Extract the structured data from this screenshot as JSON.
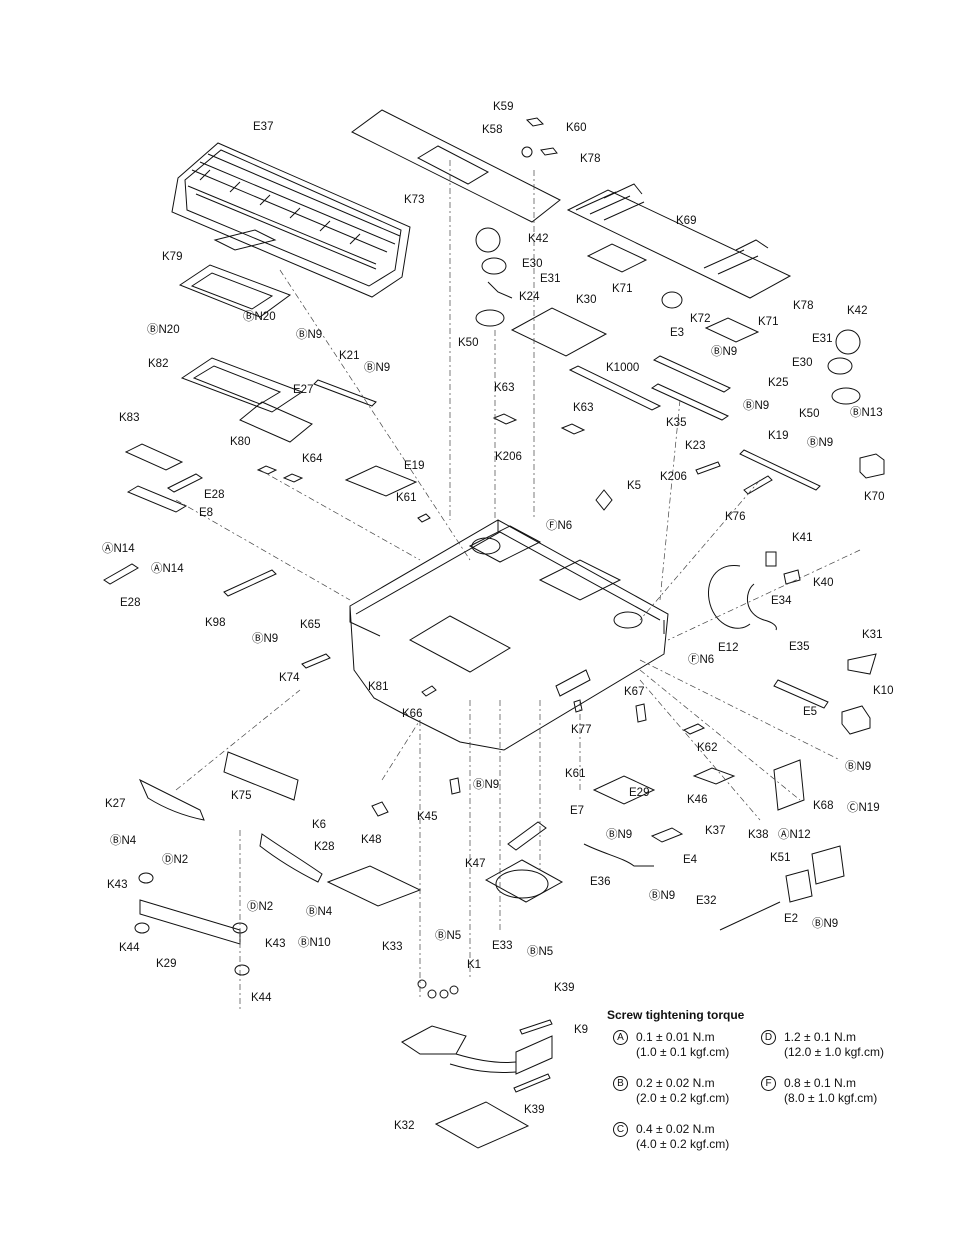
{
  "labels": {
    "K59": "K59",
    "K58": "K58",
    "K60": "K60",
    "E37": "E37",
    "K78a": "K78",
    "K73": "K73",
    "K69": "K69",
    "K42a": "K42",
    "E30a": "E30",
    "E31a": "E31",
    "K24": "K24",
    "K79": "K79",
    "K71a": "K71",
    "K78b": "K78",
    "K42b": "K42",
    "K30": "K30",
    "K72": "K72",
    "K71b": "K71",
    "BN20a": "ⒷN20",
    "BN20b": "ⒷN20",
    "BN9a": "ⒷN9",
    "K50a": "K50",
    "E3": "E3",
    "BN9b": "ⒷN9",
    "E31b": "E31",
    "E30b": "E30",
    "K82": "K82",
    "K21": "K21",
    "BN9c": "ⒷN9",
    "K1000": "K1000",
    "K25": "K25",
    "K50b": "K50",
    "BN13": "ⒷN13",
    "E27": "E27",
    "K63a": "K63",
    "K63b": "K63",
    "K35": "K35",
    "BN9d": "ⒷN9",
    "K83": "K83",
    "K80": "K80",
    "K23": "K23",
    "K19": "K19",
    "BN9e": "ⒷN9",
    "K206a": "K206",
    "K64": "K64",
    "E19": "E19",
    "K70": "K70",
    "E28a": "E28",
    "K61a": "K61",
    "K5": "K5",
    "K206b": "K206",
    "E8": "E8",
    "FN6a": "ⒻN6",
    "K76": "K76",
    "AN14a": "ⒶN14",
    "AN14b": "ⒶN14",
    "K41": "K41",
    "K40": "K40",
    "E28b": "E28",
    "E34": "E34",
    "K98": "K98",
    "BN9f": "ⒷN9",
    "K65": "K65",
    "FN6b": "ⒻN6",
    "E12": "E12",
    "K31": "K31",
    "E35": "E35",
    "K74": "K74",
    "K81": "K81",
    "K10": "K10",
    "K66": "K66",
    "K67": "K67",
    "E5": "E5",
    "K77": "K77",
    "K62": "K62",
    "BN9g": "ⒷN9",
    "K75": "K75",
    "K61b": "K61",
    "BN9h": "ⒷN9",
    "K46": "K46",
    "E29": "E29",
    "K27": "K27",
    "K45": "K45",
    "E7": "E7",
    "K68": "K68",
    "CN19": "ⒸN19",
    "K48": "K48",
    "BN9i": "ⒷN9",
    "BN4a": "ⒷN4",
    "K6": "K6",
    "DN2a": "ⒹN2",
    "K28": "K28",
    "K37": "K37",
    "K38": "K38",
    "AN12": "ⒶN12",
    "E4": "E4",
    "K47": "K47",
    "K51": "K51",
    "E36": "E36",
    "K43a": "K43",
    "DN2b": "ⒹN2",
    "BN4b": "ⒷN4",
    "BN9j": "ⒷN9",
    "E32": "E32",
    "E2": "E2",
    "BN9k": "ⒷN9",
    "K33": "K33",
    "BN5a": "ⒷN5",
    "BN5b": "ⒷN5",
    "K44a": "K44",
    "K43b": "K43",
    "BN10": "ⒷN10",
    "E33": "E33",
    "K29": "K29",
    "K44b": "K44",
    "K1": "K1",
    "K39a": "K39",
    "K9": "K9",
    "K39b": "K39",
    "K32": "K32"
  },
  "torque": {
    "title": "Screw tightening torque",
    "items": [
      {
        "key": "A",
        "nm": "0.1 ± 0.01 N.m",
        "kgf": "(1.0 ± 0.1 kgf.cm)"
      },
      {
        "key": "B",
        "nm": "0.2 ± 0.02 N.m",
        "kgf": "(2.0 ± 0.2 kgf.cm)"
      },
      {
        "key": "C",
        "nm": "0.4 ± 0.02 N.m",
        "kgf": "(4.0 ± 0.2 kgf.cm)"
      },
      {
        "key": "D",
        "nm": "1.2 ± 0.1 N.m",
        "kgf": "(12.0 ± 1.0 kgf.cm)"
      },
      {
        "key": "F",
        "nm": "0.8 ± 0.1 N.m",
        "kgf": "(8.0 ± 1.0 kgf.cm)"
      }
    ]
  }
}
